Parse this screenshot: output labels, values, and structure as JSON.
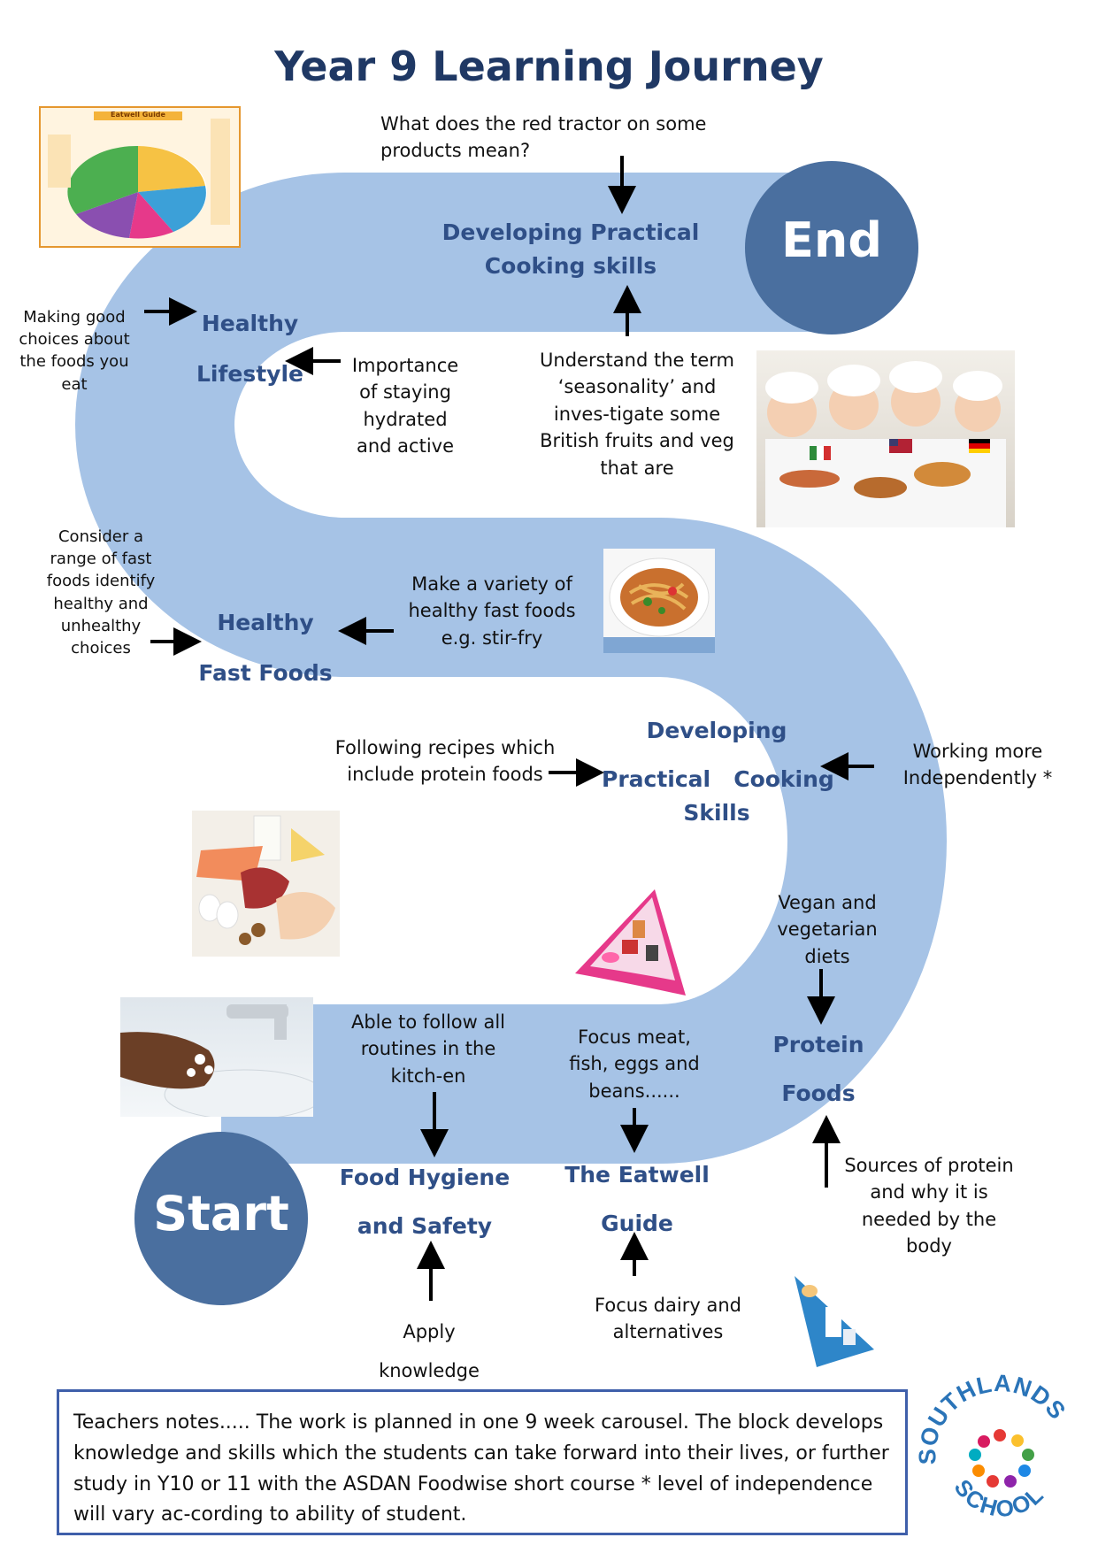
{
  "title": "Year 9 Learning Journey",
  "circles": {
    "start": "Start",
    "end": "End"
  },
  "stages": {
    "practical_top": "Developing Practical Cooking skills",
    "lifestyle_line1": "Healthy",
    "lifestyle_line2": "Lifestyle",
    "fastfoods_line1": "Healthy",
    "fastfoods_line2": "Fast Foods",
    "practical_mid_line1": "Developing",
    "practical_mid_line2": "Practical   Cooking",
    "practical_mid_line3": "Skills",
    "protein_line1": "Protein",
    "protein_line2": "Foods",
    "eatwell_line1": "The Eatwell",
    "eatwell_line2": "Guide",
    "hygiene_line1": "Food Hygiene",
    "hygiene_line2": "and Safety"
  },
  "notes": {
    "red_tractor": "What does the red tractor on some products mean?",
    "seasonality": "Understand the term ‘seasonality’ and inves-tigate some British fruits and veg that are",
    "making_choices": "Making good choices about the foods you eat",
    "hydrated": "Importance of staying hydrated and active",
    "fast_foods_range": "Consider a range of fast foods identify healthy and unhealthy choices",
    "variety": "Make a variety of healthy fast foods e.g. stir-fry",
    "recipes": "Following  recipes which include protein foods",
    "independently": "Working more Independently *",
    "vegan": "Vegan and vegetarian diets",
    "routines": "Able to follow all routines in the kitch-en",
    "focus_meat": "Focus meat, fish, eggs and beans......",
    "sources_protein": "Sources of protein and why it is needed by the body",
    "apply_line1": "Apply",
    "apply_line2": "knowledge",
    "dairy": "Focus dairy and alternatives"
  },
  "images": {
    "eatwell_poster_title": "Eatwell Guide"
  },
  "teacher_notes": "Teachers notes.....   The work is planned in one 9 week carousel. The block develops knowledge and skills which the students can take forward into their lives, or further study in Y10 or 11 with the ASDAN Foodwise short course * level of independence will vary ac-cording to ability of student.",
  "logo": {
    "line1": "SOUTHLANDS",
    "line2": "SCHOOL"
  },
  "colors": {
    "path": "#a6c3e6",
    "circle": "#4a6f9f",
    "stage_text": "#2f4f87",
    "title": "#1f3864",
    "box_border": "#3f5faa"
  }
}
